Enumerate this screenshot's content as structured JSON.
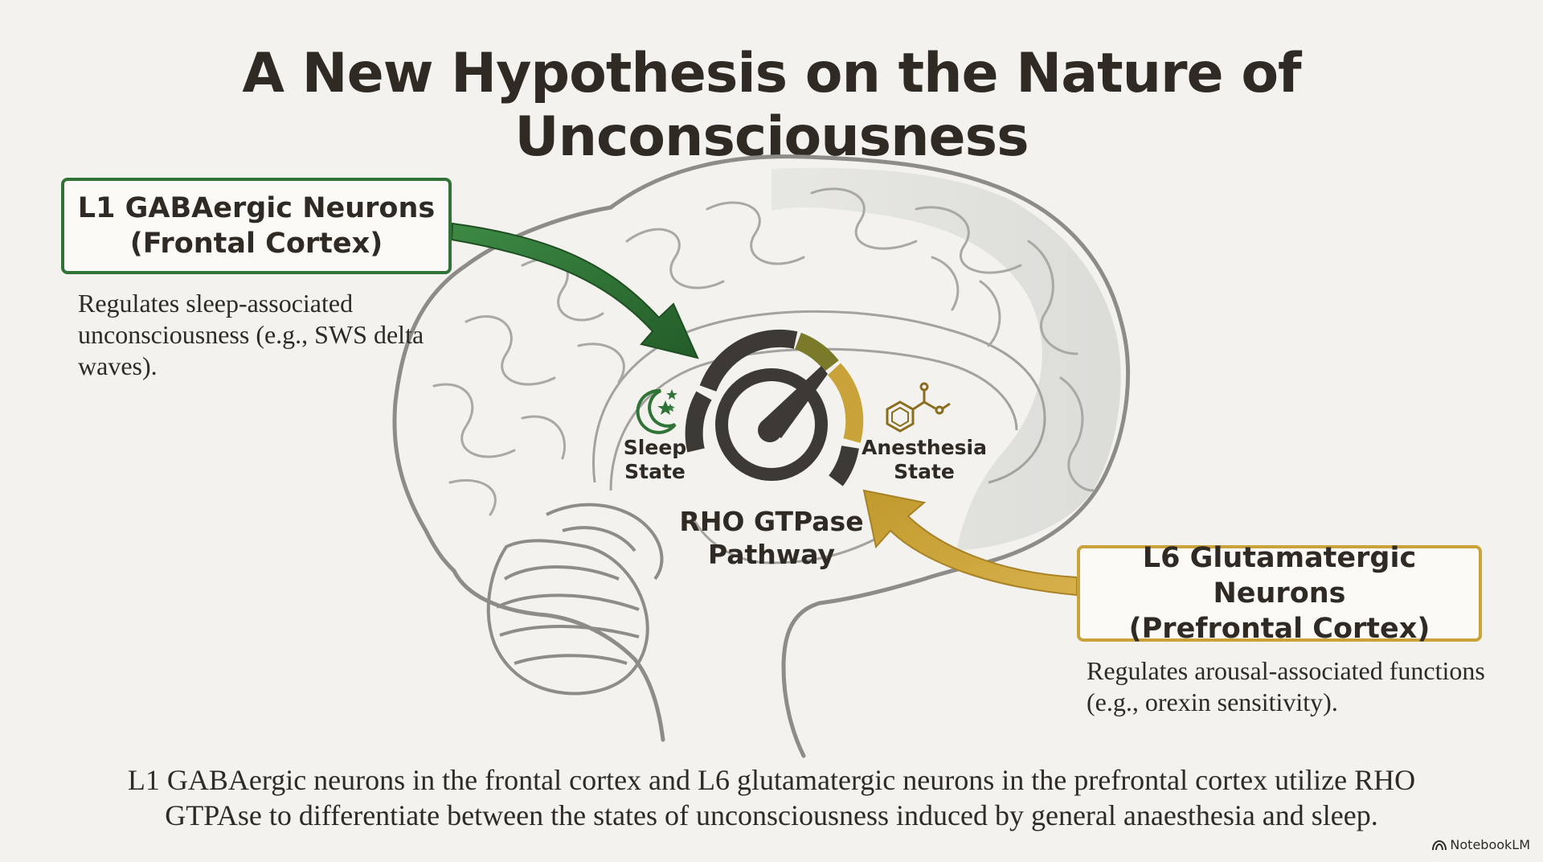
{
  "title": "A New Hypothesis on the Nature of Unconsciousness",
  "left_box": {
    "line1": "L1 GABAergic Neurons",
    "line2": "(Frontal Cortex)",
    "description": "Regulates sleep-associated unconsciousness (e.g., SWS delta waves)."
  },
  "right_box": {
    "line1": "L6 Glutamatergic Neurons",
    "line2": "(Prefrontal Cortex)",
    "description": "Regulates arousal-associated functions (e.g., orexin sensitivity)."
  },
  "gauge": {
    "left_label_1": "Sleep",
    "left_label_2": "State",
    "right_label_1": "Anesthesia",
    "right_label_2": "State",
    "center_label_1": "RHO GTPase",
    "center_label_2": "Pathway"
  },
  "caption": {
    "line1": "L1 GABAergic neurons in the frontal cortex and L6 glutamatergic neurons in the prefrontal cortex utilize RHO",
    "line2": "GTPAse to differentiate between the states of unconsciousness induced by general anaesthesia and sleep."
  },
  "brand": "NotebookLM",
  "icons": [
    "moon-stars-icon",
    "benzene-molecule-icon",
    "gauge-icon",
    "notebooklm-logo-icon"
  ],
  "colors": {
    "green": "#2f7336",
    "gold": "#c9a23a",
    "dark": "#2f2a24",
    "background": "#f3f2ee"
  }
}
